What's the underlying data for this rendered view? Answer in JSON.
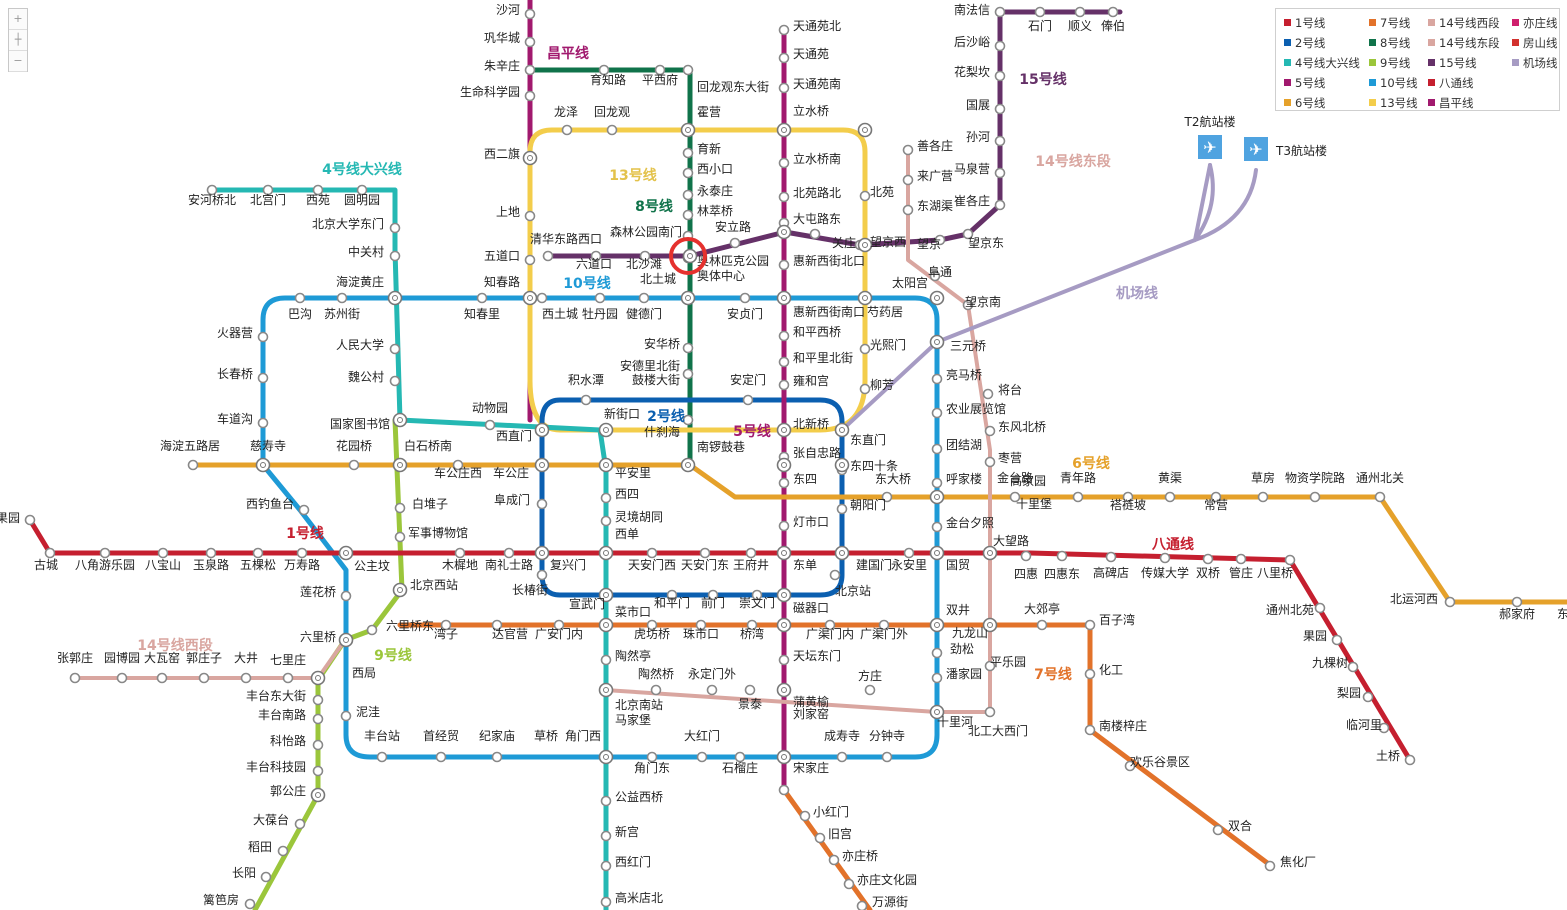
{
  "legend": [
    {
      "label": "1号线",
      "color": "#c51f2f"
    },
    {
      "label": "7号线",
      "color": "#e2722a"
    },
    {
      "label": "14号线西段",
      "color": "#d9a6a0"
    },
    {
      "label": "亦庄线",
      "color": "#cf1f6d"
    },
    {
      "label": "2号线",
      "color": "#0b5fb0"
    },
    {
      "label": "8号线",
      "color": "#10734a"
    },
    {
      "label": "14号线东段",
      "color": "#d9a6a0"
    },
    {
      "label": "房山线",
      "color": "#d2312e"
    },
    {
      "label": "4号线大兴线",
      "color": "#25b8b3"
    },
    {
      "label": "9号线",
      "color": "#9bc63b"
    },
    {
      "label": "15号线",
      "color": "#653168"
    },
    {
      "label": "机场线",
      "color": "#a69bc3"
    },
    {
      "label": "5号线",
      "color": "#a1196e"
    },
    {
      "label": "10号线",
      "color": "#1e9ad6"
    },
    {
      "label": "八通线",
      "color": "#c51f2f"
    },
    {
      "label": "",
      "color": "#ffffff"
    },
    {
      "label": "6号线",
      "color": "#e5a12a"
    },
    {
      "label": "13号线",
      "color": "#f3cd4b"
    },
    {
      "label": "昌平线",
      "color": "#a1196e"
    }
  ],
  "zoom": {
    "plus": "+",
    "minus": "−"
  },
  "line_names": [
    {
      "text": "昌平线",
      "color": "#a1196e"
    },
    {
      "text": "13号线",
      "color": "#e3c24b"
    },
    {
      "text": "8号线",
      "color": "#10734a"
    },
    {
      "text": "4号线大兴线",
      "color": "#25b8b3"
    },
    {
      "text": "15号线",
      "color": "#653168"
    },
    {
      "text": "14号线东段",
      "color": "#d9a6a0"
    },
    {
      "text": "机场线",
      "color": "#a69bc3"
    },
    {
      "text": "10号线",
      "color": "#1e9ad6"
    },
    {
      "text": "2号线",
      "color": "#0b5fb0"
    },
    {
      "text": "5号线",
      "color": "#a1196e"
    },
    {
      "text": "6号线",
      "color": "#e5a12a"
    },
    {
      "text": "1号线",
      "color": "#c51f2f"
    },
    {
      "text": "八通线",
      "color": "#c51f2f"
    },
    {
      "text": "14号线西段",
      "color": "#d9a6a0"
    },
    {
      "text": "9号线",
      "color": "#9bc63b"
    },
    {
      "text": "7号线",
      "color": "#e2722a"
    }
  ],
  "airports": [
    "T2航站楼",
    "T3航站楼"
  ],
  "stations": [
    "沙河",
    "巩华城",
    "朱辛庄",
    "生命科学园",
    "西二旗",
    "上地",
    "五道口",
    "知春路",
    "育知路",
    "平西府",
    "回龙观东大街",
    "龙泽",
    "回龙观",
    "霍营",
    "育新",
    "西小口",
    "永泰庄",
    "林萃桥",
    "森林公园南门",
    "奥林匹克公园",
    "奥体中心",
    "北土城",
    "安华桥",
    "安德里北街",
    "鼓楼大街",
    "什刹海",
    "南锣鼓巷",
    "天通苑北",
    "天通苑",
    "天通苑南",
    "立水桥",
    "立水桥南",
    "北苑路北",
    "大屯路东",
    "惠新西街北口",
    "惠新西街南口",
    "和平西桥",
    "和平里北街",
    "雍和宫",
    "北新桥",
    "张自忠路",
    "东四",
    "灯市口",
    "东单",
    "磁器口",
    "天坛东门",
    "蒲黄榆",
    "刘家窑",
    "宋家庄",
    "南法信",
    "石门",
    "顺义",
    "俸伯",
    "后沙峪",
    "花梨坎",
    "国展",
    "孙河",
    "马泉营",
    "崔各庄",
    "望京东",
    "望京西",
    "望京",
    "关庄",
    "安立路",
    "清华东路西口",
    "六道口",
    "北沙滩",
    "北苑",
    "善各庄",
    "来广营",
    "东湖渠",
    "阜通",
    "望京南",
    "将台",
    "东风北桥",
    "枣营",
    "高家园",
    "安河桥北",
    "北宫门",
    "西苑",
    "圆明园",
    "北京大学东门",
    "中关村",
    "海淀黄庄",
    "人民大学",
    "魏公村",
    "国家图书馆",
    "动物园",
    "西直门",
    "新街口",
    "平安里",
    "西四",
    "灵境胡同",
    "西单",
    "宣武门",
    "菜市口",
    "陶然亭",
    "北京南站",
    "马家堡",
    "角门西",
    "公益西桥",
    "新宫",
    "西红门",
    "高米店北",
    "巴沟",
    "苏州街",
    "火器营",
    "长春桥",
    "车道沟",
    "慈寿寺",
    "西钓鱼台",
    "公主坟",
    "莲花桥",
    "六里桥",
    "西局",
    "泥洼",
    "丰台站",
    "首经贸",
    "纪家庙",
    "草桥",
    "角门东",
    "大红门",
    "石榴庄",
    "成寿寺",
    "分钟寺",
    "十里河",
    "潘家园",
    "劲松",
    "双井",
    "国贸",
    "金台夕照",
    "呼家楼",
    "团结湖",
    "农业展览馆",
    "亮马桥",
    "三元桥",
    "太阳宫",
    "芍药居",
    "西土城",
    "牡丹园",
    "健德门",
    "安贞门",
    "知春里",
    "光熙门",
    "柳芳",
    "东直门",
    "积水潭",
    "鼓楼大街",
    "安定门",
    "北京站",
    "崇文门",
    "前门",
    "和平门",
    "长椿街",
    "复兴门",
    "阜成门",
    "车公庄",
    "车公庄西",
    "海淀五路居",
    "花园桥",
    "白石桥南",
    "东四十条",
    "朝阳门",
    "东大桥",
    "金台路",
    "十里堡",
    "青年路",
    "褡裢坡",
    "黄渠",
    "常营",
    "草房",
    "物资学院路",
    "通州北关",
    "北运河西",
    "郝家府",
    "东夏园",
    "苹果园",
    "古城",
    "八角游乐园",
    "八宝山",
    "玉泉路",
    "五棵松",
    "万寿路",
    "军事博物馆",
    "木樨地",
    "南礼士路",
    "天安门西",
    "天安门东",
    "王府井",
    "建国门",
    "永安里",
    "大望路",
    "四惠",
    "四惠东",
    "高碑店",
    "传媒大学",
    "双桥",
    "管庄",
    "八里桥",
    "通州北苑",
    "果园",
    "九棵树",
    "梨园",
    "临河里",
    "土桥",
    "张郭庄",
    "园博园",
    "大瓦窑",
    "郭庄子",
    "大井",
    "七里庄",
    "丰台东大街",
    "丰台南路",
    "科怡路",
    "丰台科技园",
    "郭公庄",
    "大葆台",
    "稻田",
    "长阳",
    "篱笆房",
    "白堆子",
    "北京西站",
    "六里桥东",
    "湾子",
    "达官营",
    "广安门内",
    "虎坊桥",
    "珠市口",
    "桥湾",
    "广渠门内",
    "广渠门外",
    "九龙山",
    "大郊亭",
    "百子湾",
    "化工",
    "南楼梓庄",
    "欢乐谷景区",
    "双合",
    "焦化厂",
    "陶然桥",
    "永定门外",
    "景泰",
    "方庄",
    "北工大西门",
    "平乐园",
    "小红门",
    "旧宫",
    "亦庄桥",
    "亦庄文化园",
    "万源街"
  ]
}
